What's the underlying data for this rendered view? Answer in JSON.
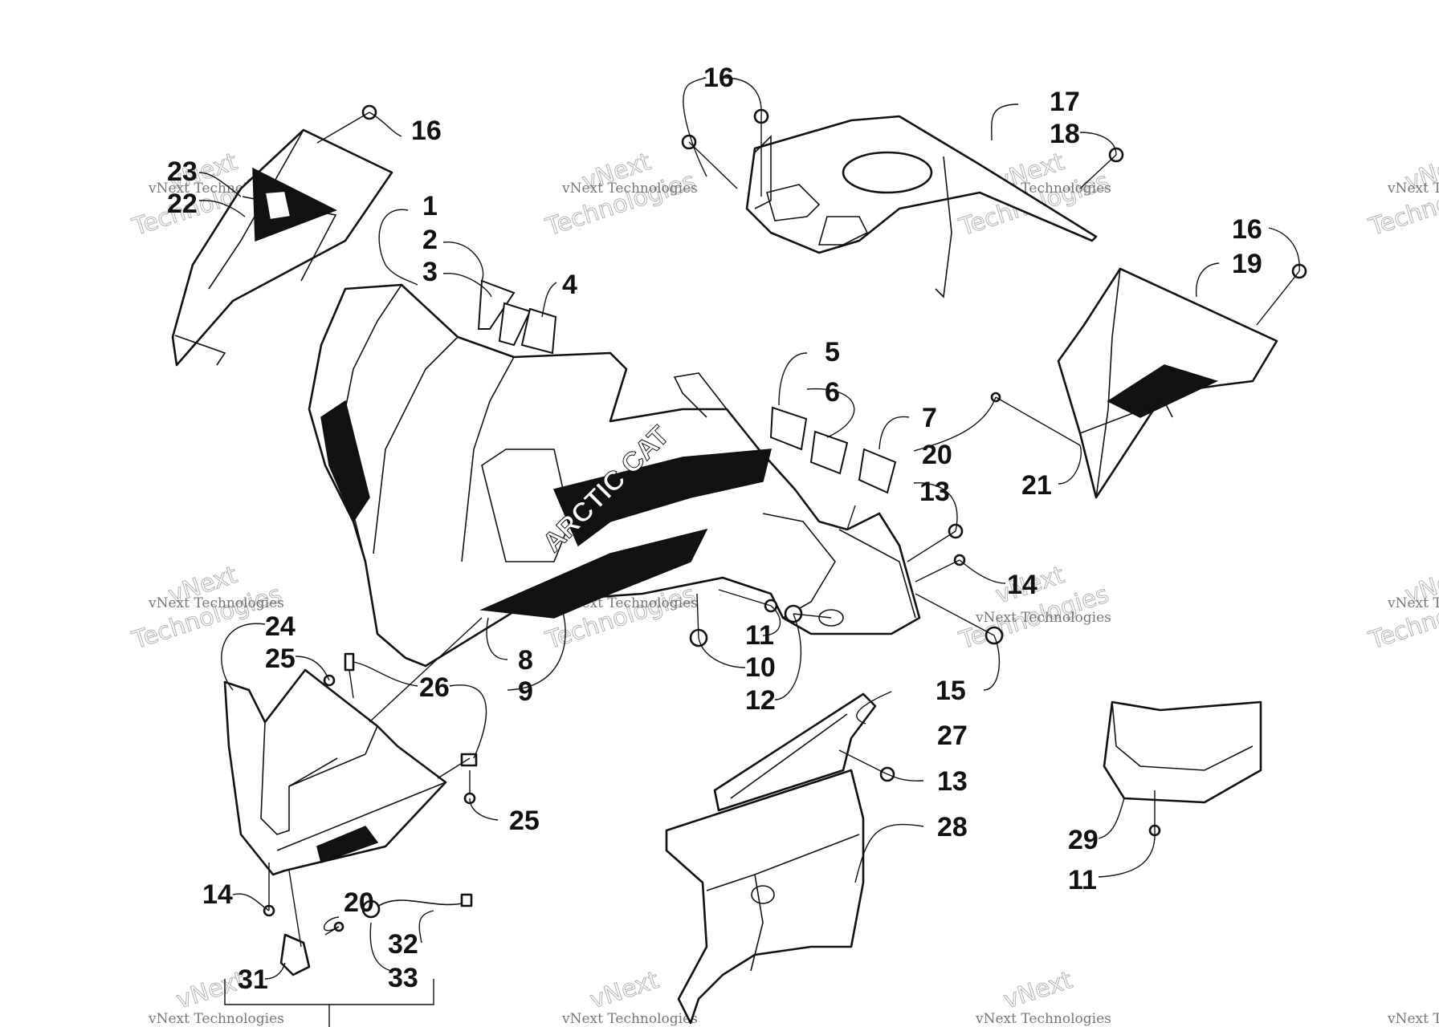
{
  "watermark": {
    "brand_top": "vNext",
    "brand_full": "vNext Technologies",
    "brand_bottom": "Technologies"
  },
  "decal_text": "ARCTIC CAT",
  "callouts": {
    "c1": "1",
    "c2": "2",
    "c3": "3",
    "c4": "4",
    "c5": "5",
    "c6": "6",
    "c7": "7",
    "c8": "8",
    "c9": "9",
    "c10": "10",
    "c11a": "11",
    "c11b": "11",
    "c12": "12",
    "c13a": "13",
    "c13b": "13",
    "c14a": "14",
    "c14b": "14",
    "c15": "15",
    "c16a": "16",
    "c16b": "16",
    "c16c": "16",
    "c17": "17",
    "c18": "18",
    "c19": "19",
    "c20a": "20",
    "c20b": "20",
    "c21": "21",
    "c22": "22",
    "c23": "23",
    "c24": "24",
    "c25a": "25",
    "c25b": "25",
    "c26": "26",
    "c27": "27",
    "c28": "28",
    "c29": "29",
    "c31": "31",
    "c32": "32",
    "c33": "33"
  }
}
